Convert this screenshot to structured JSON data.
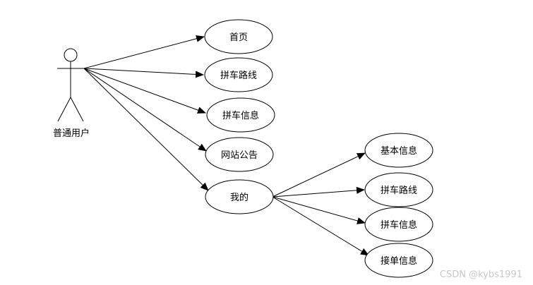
{
  "actor": {
    "label": "普通用户"
  },
  "use_cases": [
    {
      "id": "home",
      "label": "首页"
    },
    {
      "id": "route",
      "label": "拼车路线"
    },
    {
      "id": "carpool-info",
      "label": "拼车信息"
    },
    {
      "id": "announcement",
      "label": "网站公告"
    },
    {
      "id": "mine",
      "label": "我的"
    }
  ],
  "sub_use_cases": [
    {
      "id": "basic-info",
      "label": "基本信息"
    },
    {
      "id": "my-route",
      "label": "拼车路线"
    },
    {
      "id": "my-carpool-info",
      "label": "拼车信息"
    },
    {
      "id": "order-info",
      "label": "接单信息"
    }
  ],
  "watermark": "CSDN @kybs1991",
  "colors": {
    "line": "#000000",
    "fill": "#ffffff",
    "watermark": "#c8c8c8"
  }
}
